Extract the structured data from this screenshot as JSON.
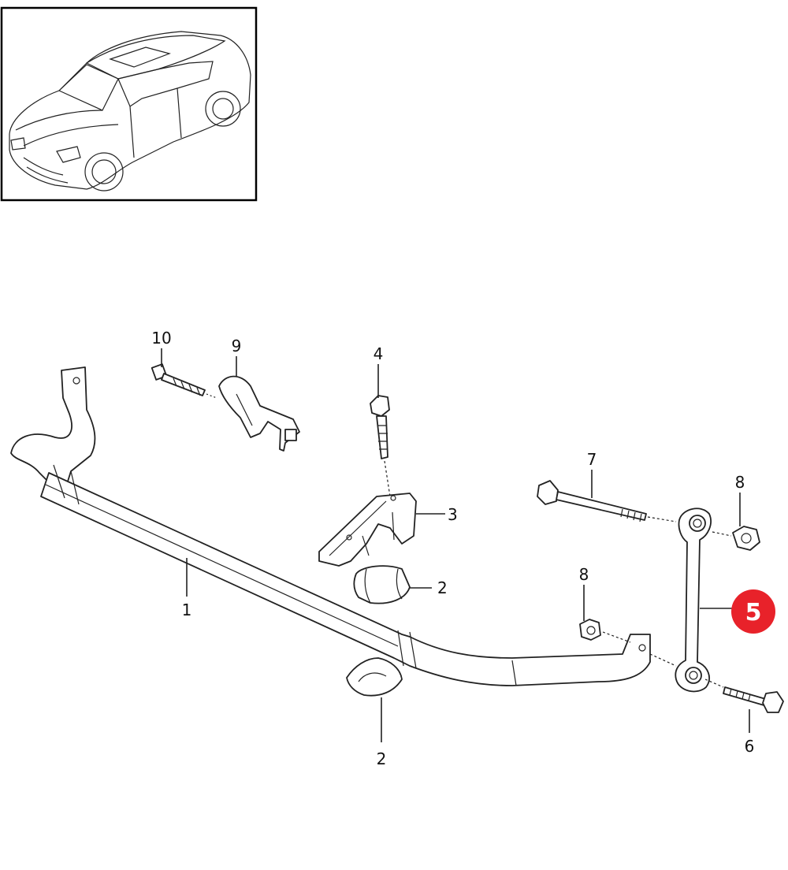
{
  "vehicle_thumbnail": {
    "icon": "suv-car-icon"
  },
  "callouts": [
    {
      "id": "c1",
      "label": "1"
    },
    {
      "id": "c2a",
      "label": "2"
    },
    {
      "id": "c2b",
      "label": "2"
    },
    {
      "id": "c3",
      "label": "3"
    },
    {
      "id": "c4",
      "label": "4"
    },
    {
      "id": "c6",
      "label": "6"
    },
    {
      "id": "c7",
      "label": "7"
    },
    {
      "id": "c8a",
      "label": "8"
    },
    {
      "id": "c8b",
      "label": "8"
    },
    {
      "id": "c9",
      "label": "9"
    },
    {
      "id": "c10",
      "label": "10"
    }
  ],
  "highlight": {
    "label": "5",
    "color": "#e8222a"
  },
  "colors": {
    "line": "#222222",
    "background": "#ffffff"
  }
}
